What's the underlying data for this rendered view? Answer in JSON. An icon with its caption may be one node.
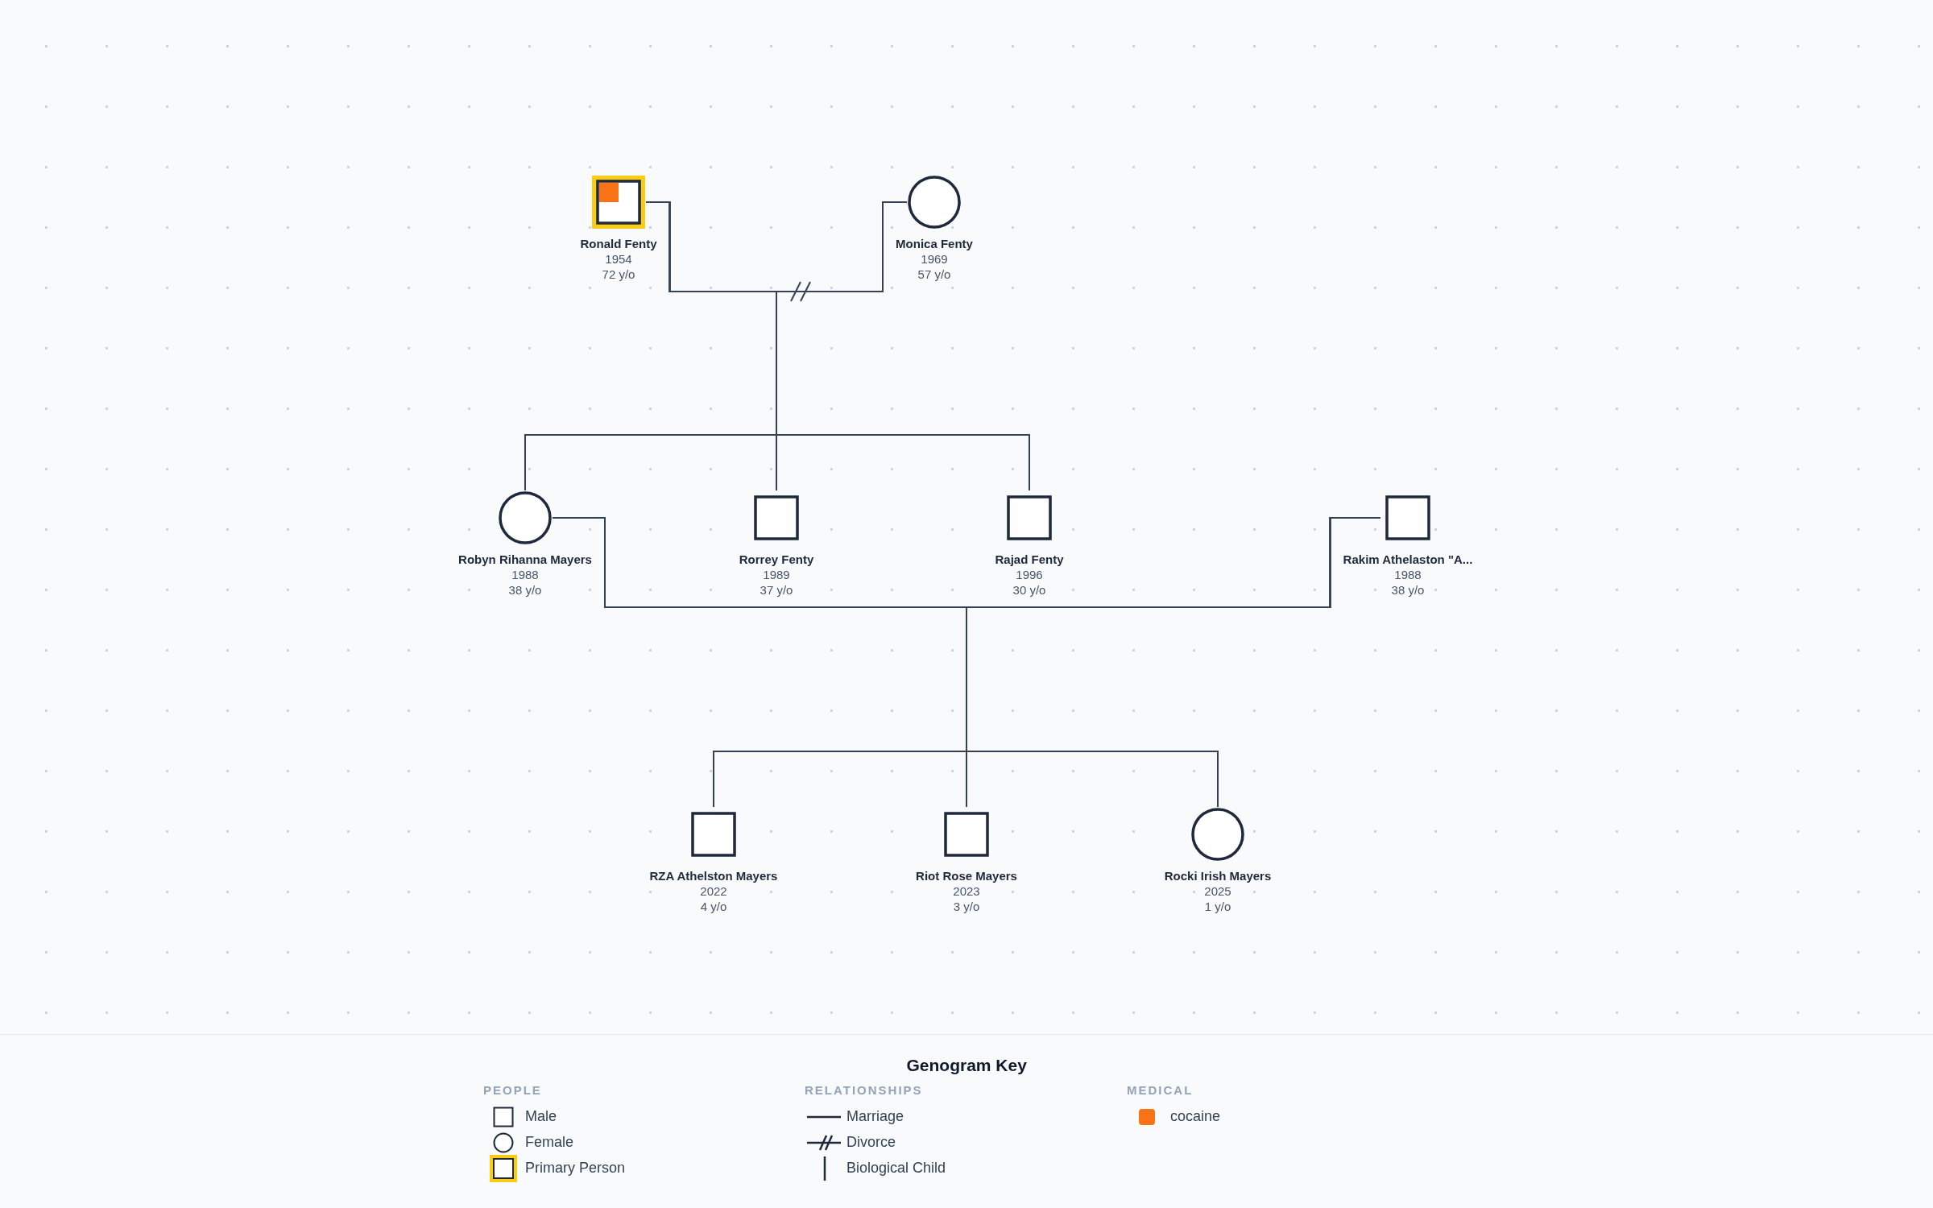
{
  "diagram": {
    "nodes": [
      {
        "text": [],
        "shape": "box",
        "beside": [
          "Ronald Fenty",
          "1954",
          "72 y/o"
        ]
      },
      {
        "text": [],
        "shape": "circle",
        "beside": [
          "Monica Fenty",
          "1969",
          "57 y/o"
        ]
      },
      {
        "text": [],
        "shape": "circle",
        "beside": [
          "Robyn Rihanna Mayers",
          "1988",
          "38 y/o"
        ]
      },
      {
        "text": [],
        "shape": "box",
        "beside": [
          "Rorrey Fenty",
          "1989",
          "37 y/o"
        ]
      },
      {
        "text": [],
        "shape": "box",
        "beside": [
          "Rajad Fenty",
          "1996",
          "30 y/o"
        ]
      },
      {
        "text": [],
        "shape": "box",
        "beside": [
          "Rakim Athelaston \"A...",
          "1988",
          "38 y/o"
        ]
      },
      {
        "text": [],
        "shape": "box",
        "beside": [
          "RZA Athelston Mayers",
          "2022",
          "4 y/o"
        ]
      },
      {
        "text": [],
        "shape": "box",
        "beside": [
          "Riot Rose Mayers",
          "2023",
          "3 y/o"
        ]
      },
      {
        "text": [],
        "shape": "circle",
        "beside": [
          "Rocki Irish Mayers",
          "2025",
          "1 y/o"
        ]
      }
    ],
    "edges": [
      {
        "from": 0,
        "to": 1,
        "arrow": "none"
      },
      {
        "from": 0,
        "to": 2,
        "arrow": "none"
      },
      {
        "from": 1,
        "to": 2,
        "arrow": "none"
      },
      {
        "from": 0,
        "to": 3,
        "arrow": "none"
      },
      {
        "from": 1,
        "to": 3,
        "arrow": "none"
      },
      {
        "from": 0,
        "to": 4,
        "arrow": "none"
      },
      {
        "from": 1,
        "to": 4,
        "arrow": "none"
      },
      {
        "from": 2,
        "to": 5,
        "arrow": "none"
      },
      {
        "from": 2,
        "to": 6,
        "arrow": "none"
      },
      {
        "from": 5,
        "to": 6,
        "arrow": "none"
      },
      {
        "from": 2,
        "to": 7,
        "arrow": "none"
      },
      {
        "from": 5,
        "to": 7,
        "arrow": "none"
      },
      {
        "from": 2,
        "to": 8,
        "arrow": "none"
      },
      {
        "from": 5,
        "to": 8,
        "arrow": "none"
      }
    ],
    "labels": [
      "Genogram Key",
      "PEOPLE",
      "RELATIONSHIPS",
      "MEDICAL"
    ],
    "legend": [
      {
        "text": "Male"
      },
      {
        "text": "Female"
      },
      {
        "text": "Primary Person"
      },
      {
        "text": "Marriage"
      },
      {
        "text": "Divorce"
      },
      {
        "text": "Biological Child"
      },
      {
        "text": "cocaine",
        "color": "#f97316"
      }
    ]
  }
}
